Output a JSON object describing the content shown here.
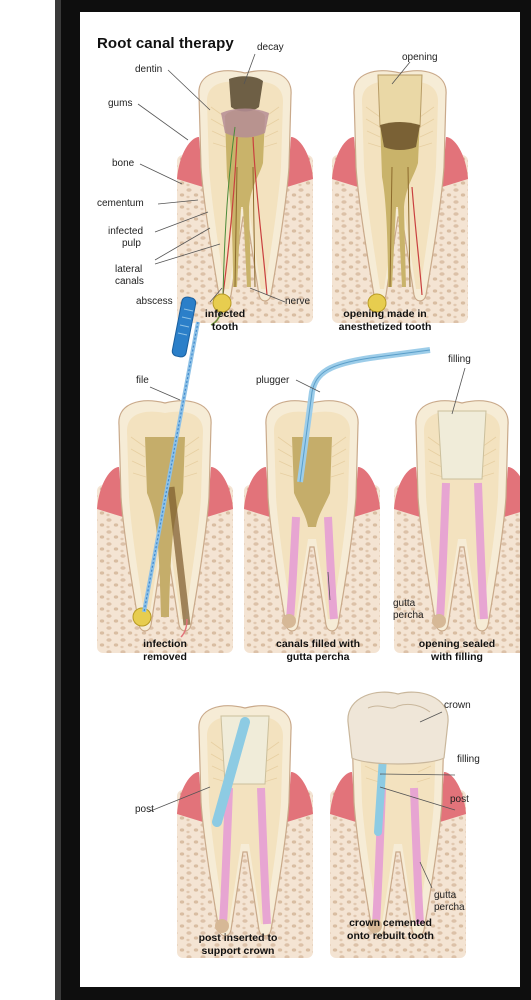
{
  "title": "Root canal therapy",
  "labels": {
    "decay": "decay",
    "dentin": "dentin",
    "gums": "gums",
    "bone": "bone",
    "cementum": "cementum",
    "infected_pulp_1": "infected",
    "infected_pulp_2": "pulp",
    "lateral_canals_1": "lateral",
    "lateral_canals_2": "canals",
    "abscess": "abscess",
    "nerve": "nerve",
    "opening": "opening",
    "file": "file",
    "plugger": "plugger",
    "filling_1": "filling",
    "gutta_percha_1a": "gutta",
    "gutta_percha_1b": "percha",
    "post_1": "post",
    "crown": "crown",
    "filling_2": "filling",
    "post_2": "post",
    "gutta_percha_2a": "gutta",
    "gutta_percha_2b": "percha"
  },
  "captions": {
    "infected_tooth_1": "infected",
    "infected_tooth_2": "tooth",
    "opening_made_1": "opening made in",
    "opening_made_2": "anesthetized tooth",
    "infection_removed_1": "infection",
    "infection_removed_2": "removed",
    "canals_filled_1": "canals filled with",
    "canals_filled_2": "gutta percha",
    "opening_sealed_1": "opening sealed",
    "opening_sealed_2": "with filling",
    "post_inserted_1": "post inserted to",
    "post_inserted_2": "support crown",
    "crown_cemented_1": "crown cemented",
    "crown_cemented_2": "onto rebuilt tooth"
  },
  "colors": {
    "frame": "#0e0e0e",
    "bone": "#f1dcc8",
    "gum": "#e2737a",
    "enamel": "#f6ecd6",
    "dentin": "#f3e2bf",
    "pulp_infected": "#8c7a3e",
    "gutta_percha": "#e7a5d2",
    "file_blue": "#2b7fc9",
    "crown": "#efe6d8",
    "abscess": "#e7cd4f"
  }
}
